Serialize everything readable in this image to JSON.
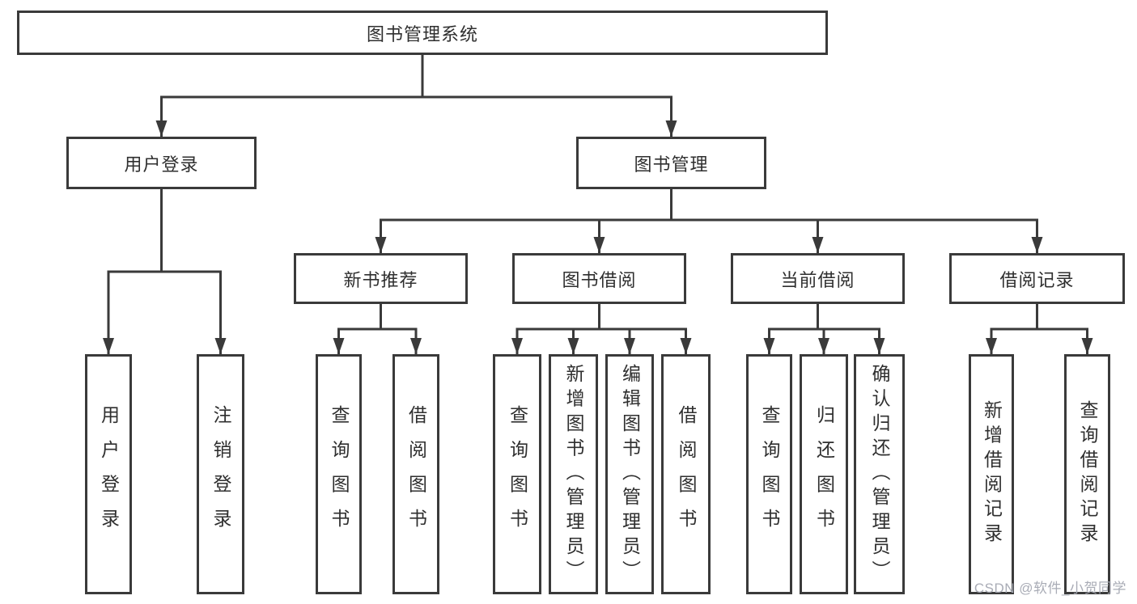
{
  "tree": {
    "root": "图书管理系统",
    "branches": [
      {
        "label": "用户登录",
        "leaves": [
          "用户登录",
          "注销登录"
        ]
      },
      {
        "label": "图书管理",
        "sections": [
          {
            "label": "新书推荐",
            "leaves": [
              "查询图书",
              "借阅图书"
            ]
          },
          {
            "label": "图书借阅",
            "leaves": [
              "查询图书",
              "新增图书（管理员）",
              "编辑图书（管理员）",
              "借阅图书"
            ]
          },
          {
            "label": "当前借阅",
            "leaves": [
              "查询图书",
              "归还图书",
              "确认归还（管理员）"
            ]
          },
          {
            "label": "借阅记录",
            "leaves": [
              "新增借阅记录",
              "查询借阅记录"
            ]
          }
        ]
      }
    ]
  },
  "watermark": "CSDN @软件_小贺同学",
  "colors": {
    "line": "#3a3a3a",
    "box_border": "#3a3a3a",
    "text": "#2f2f2f",
    "watermark": "#a4a8b2",
    "background": "#ffffff"
  }
}
